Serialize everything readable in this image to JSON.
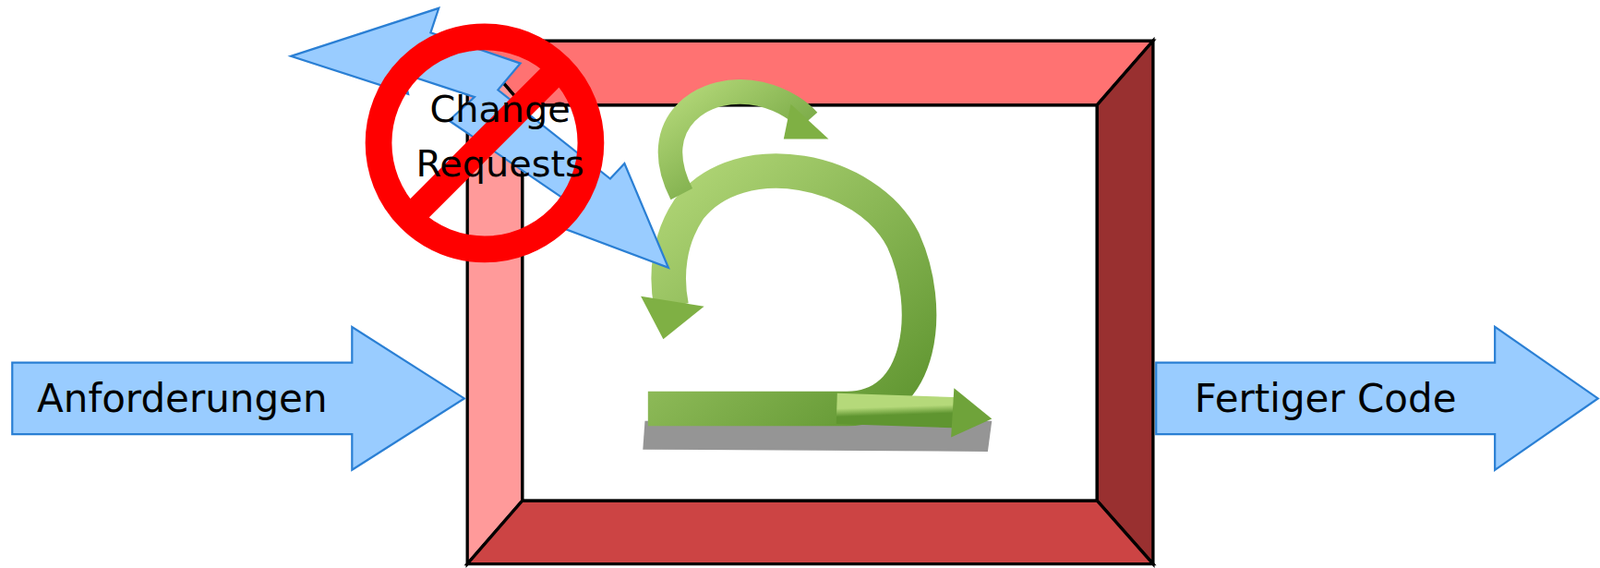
{
  "diagram": {
    "nodes": [
      {
        "text": [
          "Change Requests"
        ]
      },
      {
        "text": [
          "Anforderungen"
        ]
      },
      {
        "text": [
          "Fertiger Code"
        ]
      }
    ]
  }
}
